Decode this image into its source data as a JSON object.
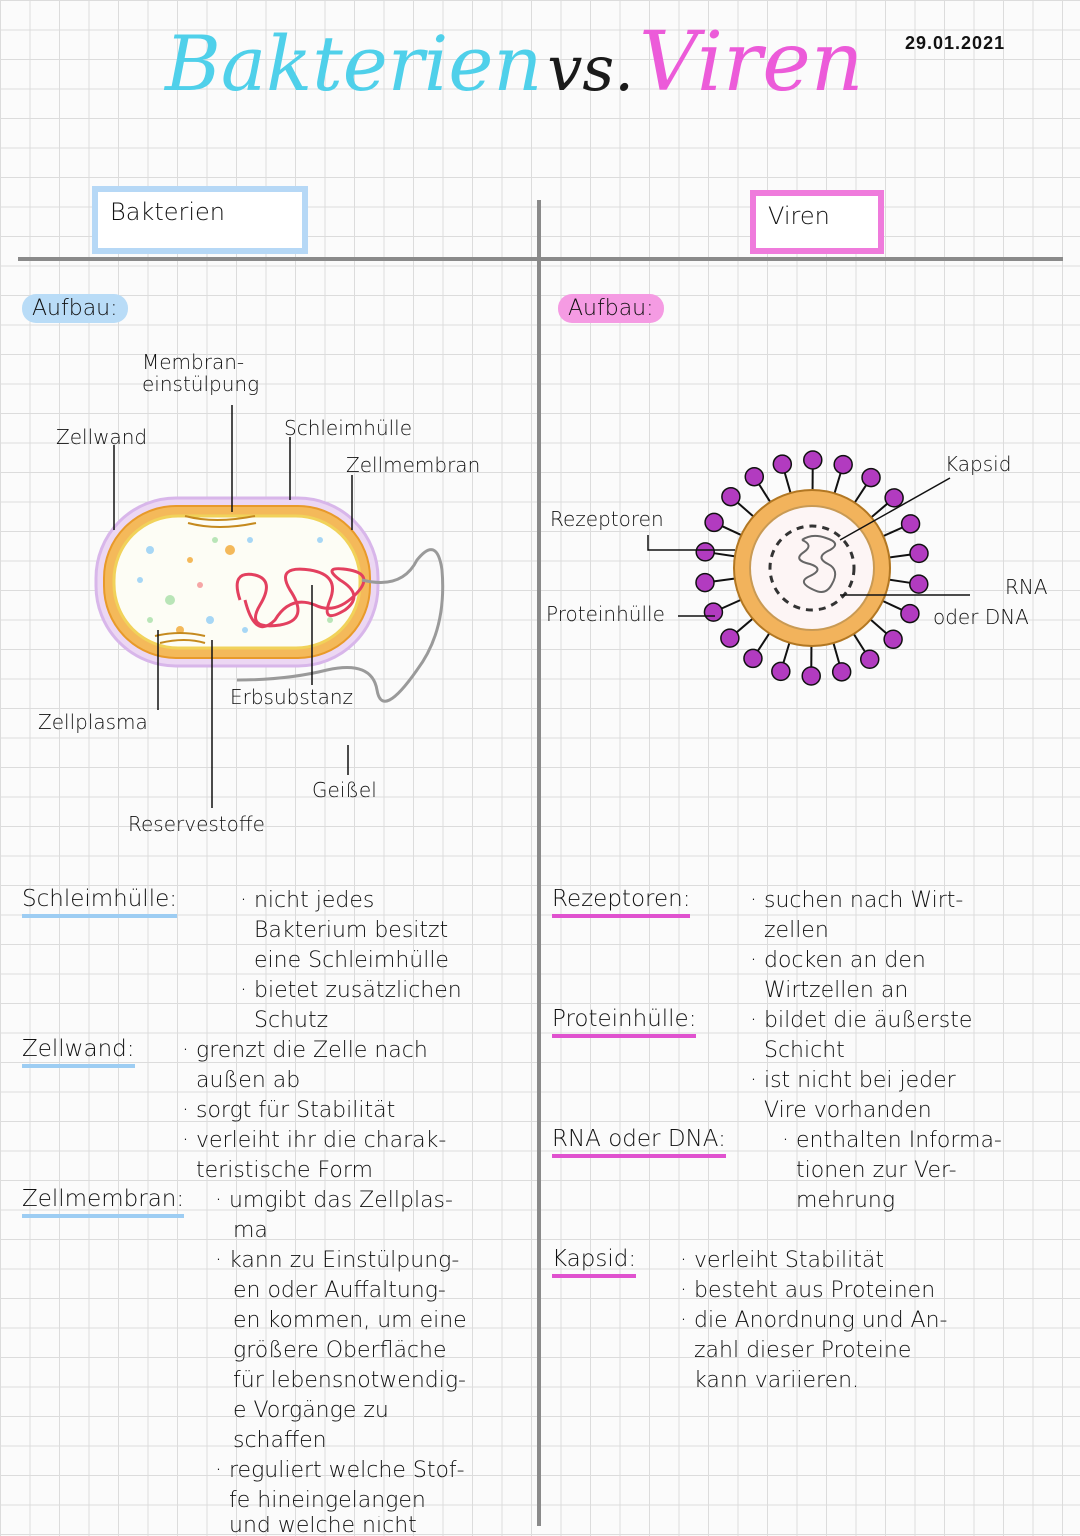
{
  "date": "29.01.2021",
  "title": {
    "bakterien": "Bakterien",
    "vs": "vs.",
    "viren": "Viren"
  },
  "headers": {
    "left": "Bakterien",
    "right": "Viren"
  },
  "aufbau": {
    "left": "Aufbau:",
    "right": "Aufbau:"
  },
  "bacteria_labels": {
    "membran": "Membran-",
    "einstuelpung": "einstülpung",
    "zellwand": "Zellwand",
    "schleimhuelle": "Schleimhülle",
    "zellmembran": "Zellmembran",
    "erbsubstanz": "Erbsubstanz",
    "zellplasma": "Zellplasma",
    "geissel": "Geißel",
    "reservestoffe": "Reservestoffe"
  },
  "virus_labels": {
    "kapsid": "Kapsid",
    "rezeptoren": "Rezeptoren",
    "proteinhuelle": "Proteinhülle",
    "rna": "RNA",
    "oder_dna": "oder DNA"
  },
  "left_notes": {
    "schleimhuelle": {
      "term": "Schleimhülle:",
      "lines": [
        "· nicht jedes",
        "Bakterium besitzt",
        "eine Schleimhülle",
        "· bietet zusätzlichen",
        "Schutz"
      ]
    },
    "zellwand": {
      "term": "Zellwand:",
      "lines": [
        "· grenzt die Zelle nach",
        "außen ab",
        "· sorgt für Stabilität",
        "· verleiht ihr die charak-",
        "teristische Form"
      ]
    },
    "zellmembran": {
      "term": "Zellmembran:",
      "lines": [
        "· umgibt das Zellplas-",
        "ma",
        "· kann zu Einstülpung-",
        "en oder Auffaltung-",
        "en kommen, um eine",
        "größere Oberfläche",
        "für lebensnotwendig-",
        "e Vorgänge zu",
        "schaffen",
        "· reguliert welche Stof-",
        "fe hineingelangen",
        "und welche nicht"
      ]
    }
  },
  "right_notes": {
    "rezeptoren": {
      "term": "Rezeptoren:",
      "lines": [
        "· suchen nach Wirt-",
        "zellen",
        "· docken an den",
        "Wirtzellen an"
      ]
    },
    "proteinhuelle": {
      "term": "Proteinhülle:",
      "lines": [
        "· bildet die äußerste",
        "Schicht",
        "· ist nicht bei jeder",
        "Vire vorhanden"
      ]
    },
    "rna_dna": {
      "term": "RNA oder DNA:",
      "lines": [
        "· enthalten Informa-",
        "tionen zur Ver-",
        "mehrung"
      ]
    },
    "kapsid": {
      "term": "Kapsid:",
      "lines": [
        "· verleiht Stabilität",
        "· besteht aus Proteinen",
        "· die Anordnung und An-",
        "zahl dieser Proteine",
        "kann variieren."
      ]
    }
  },
  "colors": {
    "blue": "#4fd0ea",
    "pink": "#ec5bd9",
    "purple": "#b23bc0",
    "orange": "#f2b35c"
  }
}
